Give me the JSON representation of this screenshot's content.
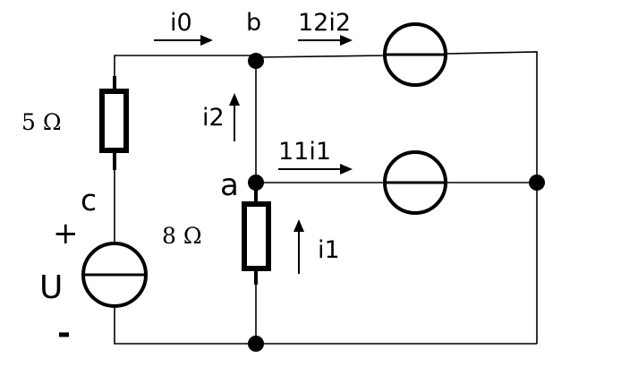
{
  "diagram": {
    "nodes": {
      "b": "b",
      "a": "a",
      "c": "c"
    },
    "resistors": {
      "r1": "5 Ω",
      "r2": "8 Ω"
    },
    "source": {
      "name": "U",
      "plus": "+",
      "minus": "-"
    },
    "currents": {
      "i0": "i0",
      "i1": "i1",
      "i2": "i2"
    },
    "controlled_sources": {
      "top": "12i2",
      "middle": "11i1"
    },
    "colors": {
      "ink": "#000000",
      "background": "#ffffff"
    }
  }
}
